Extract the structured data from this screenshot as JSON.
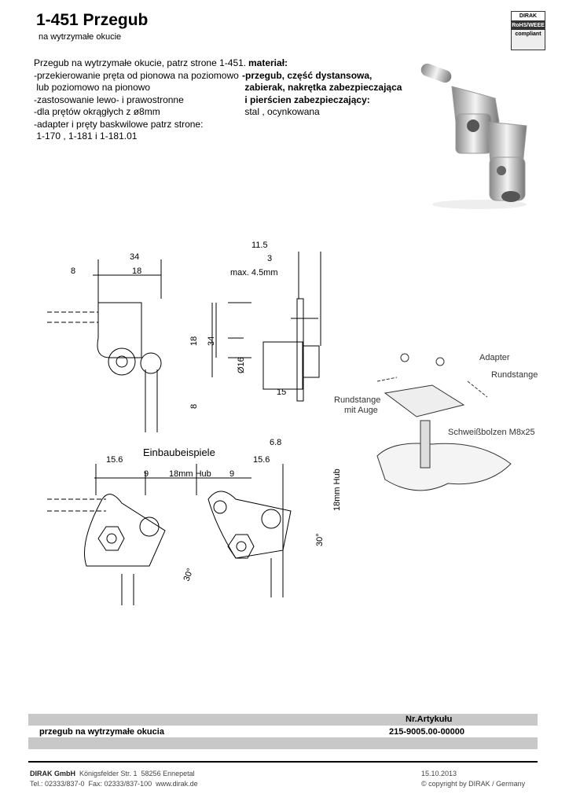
{
  "header": {
    "title": "1-451 Przegub",
    "subtitle": "na wytrzymałe okucie"
  },
  "logo": {
    "brand": "DIRAK",
    "rohs": "RoHS/WEEE",
    "compliant": "compliant"
  },
  "description": {
    "lines": [
      "Przegub na wytrzymałe okucie, patrz strone 1-451.",
      "-przekierowanie pręta od pionowa na poziomowo",
      " lub poziomowo na pionowo",
      "-zastosowanie lewo- i prawostronne",
      "-dla prętów okrągłych z ø8mm",
      "-adapter i pręty baskwilowe patrz strone:",
      " 1-170 , 1-181 i 1-181.01"
    ]
  },
  "material": {
    "heading": "materiał:",
    "lines": [
      "-przegub, część dystansowa,",
      " zabierak, nakrętka zabezpieczająca",
      " i pierścien zabezpieczający:"
    ],
    "finish": " stal , ocynkowana"
  },
  "drawing": {
    "dims_front": [
      "34",
      "8",
      "18",
      "18",
      "34",
      "8"
    ],
    "dims_side": [
      "11.5",
      "3",
      "max. 4.5mm",
      "Ø16",
      "15",
      "6.8"
    ],
    "install_title": "Einbaubeispiele",
    "dims_install": [
      "15.6",
      "9",
      "18mm Hub",
      "9",
      "15.6",
      "18mm Hub",
      "30°",
      "30°"
    ],
    "iso_labels": [
      "Adapter",
      "Rundstange",
      "Rundstange",
      "mit Auge",
      "Schweißbolzen M8x25"
    ]
  },
  "table": {
    "col_header": "Nr.Artykułu",
    "item": "przegub na wytrzymałe okucia",
    "article_no": "215-9005.00-00000"
  },
  "footer": {
    "company": "DIRAK GmbH",
    "address": "  Königsfelder Str. 1  58256 Ennepetal",
    "contact": "Tel.: 02333/837-0  Fax: 02333/837-100  www.dirak.de",
    "date": "15.10.2013",
    "copyright": "© copyright by DIRAK / Germany"
  }
}
